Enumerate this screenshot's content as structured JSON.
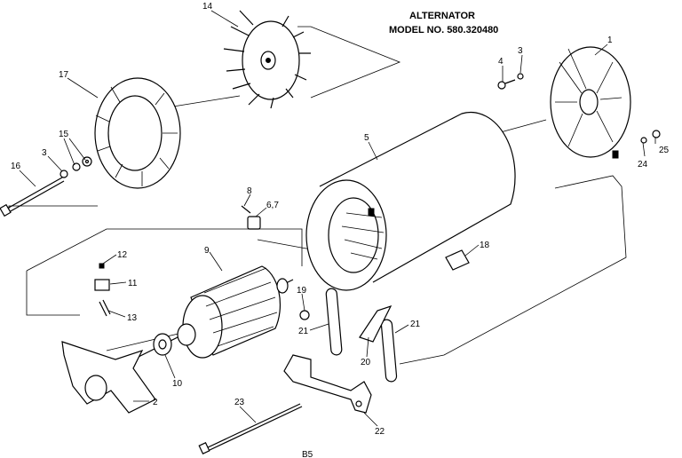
{
  "header": {
    "title": "ALTERNATOR",
    "model": "MODEL NO. 580.320480"
  },
  "footer": {
    "page_code": "B5"
  },
  "callouts": {
    "c1": "1",
    "c2": "2",
    "c3a": "3",
    "c3b": "3",
    "c4": "4",
    "c5": "5",
    "c67": "6,7",
    "c8": "8",
    "c9": "9",
    "c10": "10",
    "c11": "11",
    "c12": "12",
    "c13": "13",
    "c14": "14",
    "c15": "15",
    "c16": "16",
    "c17": "17",
    "c18": "18",
    "c19": "19",
    "c20": "20",
    "c21a": "21",
    "c21b": "21",
    "c22": "22",
    "c23": "23",
    "c24": "24",
    "c25": "25"
  }
}
